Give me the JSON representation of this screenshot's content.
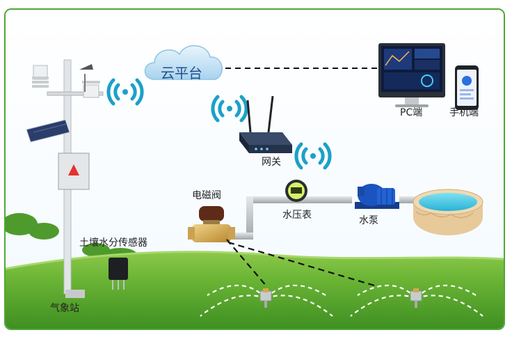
{
  "labels": {
    "cloud": "云平台",
    "pc": "PC端",
    "phone": "手机端",
    "gateway": "网关",
    "valve": "电磁阀",
    "pressure_gauge": "水压表",
    "pump": "水泵",
    "soil_sensor": "土壤水分传感器",
    "weather_station": "气象站"
  },
  "colors": {
    "frame_border": "#4da834",
    "signal": "#1ba1c8",
    "cloud": "#b8dcf2",
    "grass": "#5fae2e",
    "pipe": "#bfc3c4",
    "water": "#3fc6e6"
  }
}
